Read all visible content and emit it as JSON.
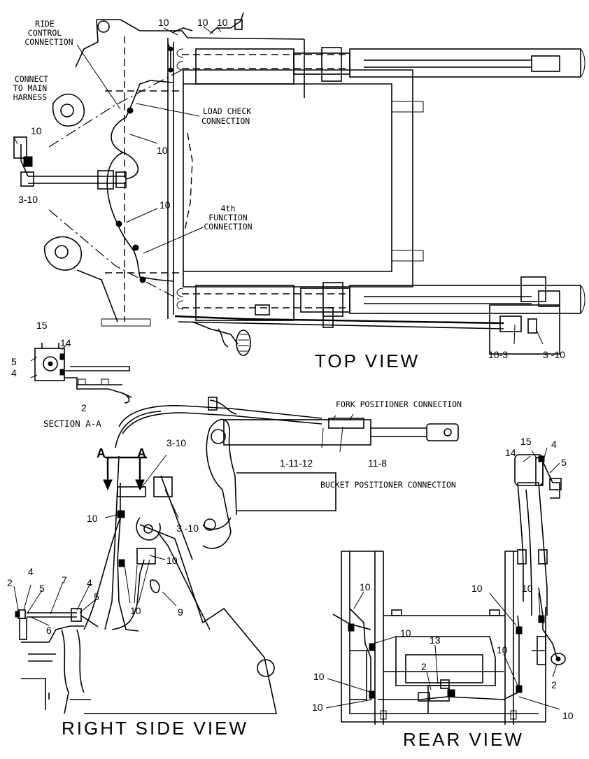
{
  "views": {
    "top": "TOP VIEW",
    "right_side": "RIGHT SIDE VIEW",
    "rear": "REAR VIEW",
    "section": "SECTION A-A"
  },
  "callouts": {
    "ride_control": [
      "RIDE",
      "CONTROL",
      "CONNECTION"
    ],
    "main_harness": [
      "CONNECT",
      "TO MAIN",
      "HARNESS"
    ],
    "load_check": [
      "LOAD CHECK",
      "CONNECTION"
    ],
    "fourth_function": [
      "4th",
      "FUNCTION",
      "CONNECTION"
    ],
    "fork_positioner": "FORK POSITIONER CONNECTION",
    "bucket_positioner": "BUCKET POSITIONER CONNECTION"
  },
  "section_marks": {
    "left": "A",
    "right": "A"
  },
  "part_numbers": {
    "top": [
      "10",
      "10",
      "10",
      "10",
      "10",
      "3-10",
      "10",
      "10-3",
      "3 -10"
    ],
    "section": [
      "15",
      "14",
      "5",
      "4",
      "2"
    ],
    "side": [
      "1-11-12",
      "11-8",
      "3-10",
      "3 -10",
      "10",
      "10",
      "10",
      "9",
      "2",
      "4",
      "5",
      "7",
      "4",
      "5",
      "6"
    ],
    "rear": [
      "15",
      "4",
      "14",
      "5",
      "10",
      "10",
      "10",
      "10",
      "13",
      "2",
      "10",
      "10",
      "10",
      "2",
      "10"
    ]
  }
}
